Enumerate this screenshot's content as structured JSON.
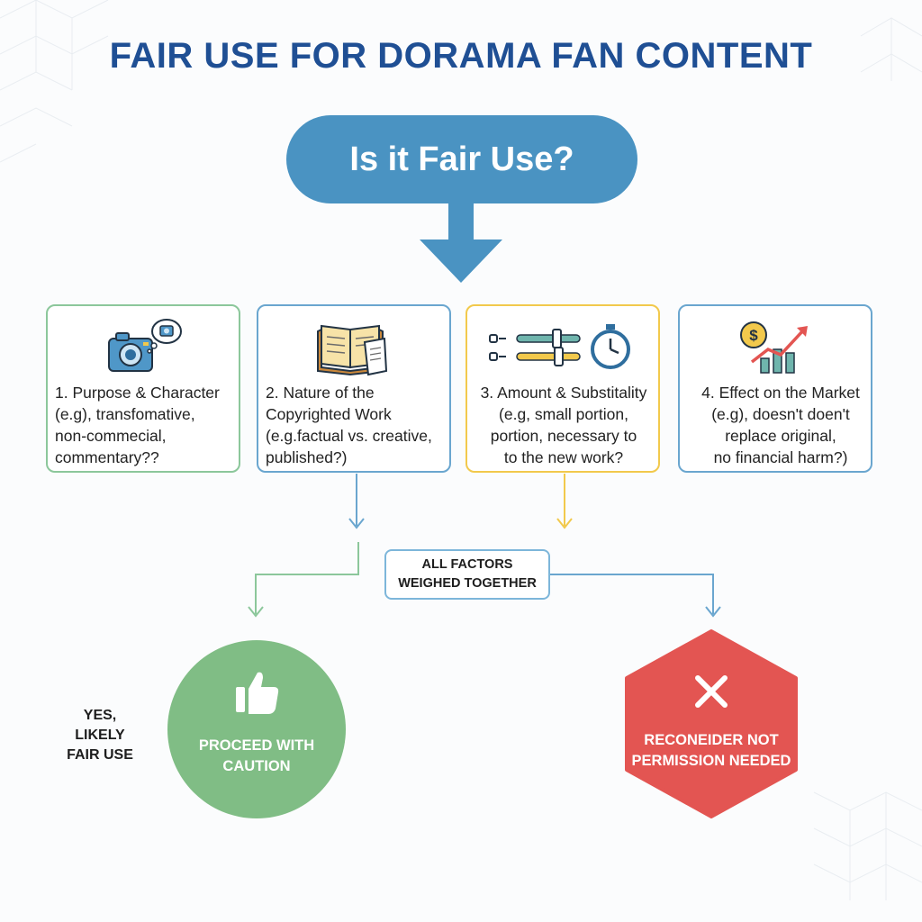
{
  "title": "FAIR USE FOR DORAMA FAN CONTENT",
  "question": "Is it Fair Use?",
  "factors": [
    {
      "label": "1. Purpose & Character\n(e.g), transfomative,\nnon-commecial,\ncommentary??",
      "icon": "camera-with-thought-bubble-icon",
      "border_color": "#8cc79b"
    },
    {
      "label": "2. Nature of the\nCopyrighted Work\n(e.g.factual vs. creative,\npublished?)",
      "icon": "open-book-and-scroll-icon",
      "border_color": "#6aa6cf"
    },
    {
      "label": "3. Amount & Substitality\n(e.g, small portion,\nportion, necessary to\nto the new work?",
      "icon": "sliders-and-stopwatch-icon",
      "border_color": "#f2c94c"
    },
    {
      "label": "4. Effect on the Market\n(e.g), doesn't doen't\nreplace original,\nno financial harm?)",
      "icon": "coin-and-growth-chart-icon",
      "border_color": "#6aa6cf"
    }
  ],
  "weigh_box": "ALL FACTORS\nWEIGHED TOGETHER",
  "yes_label": "YES,\nLIKELY\nFAIR USE",
  "proceed": {
    "text": "PROCEED WITH\nCAUTION",
    "icon": "thumbs-up-icon",
    "color": "#80bd85"
  },
  "reconsider": {
    "text": "RECONEIDER NOT\nPERMISSION NEEDED",
    "icon": "x-icon",
    "color": "#e35552"
  },
  "colors": {
    "title": "#1f4f94",
    "question_pill": "#4a93c2",
    "arrow": "#4a93c2"
  }
}
